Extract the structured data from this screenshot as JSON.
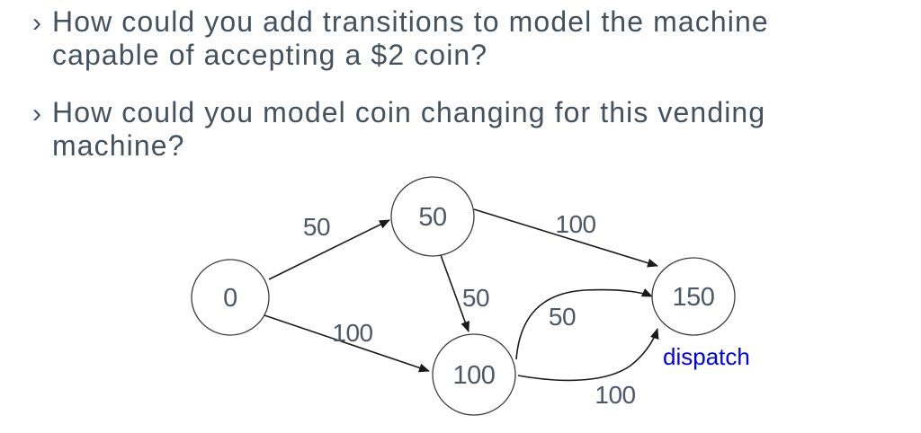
{
  "slide": {
    "background_color": "#ffffff",
    "text_color": "#44515f",
    "bullet_char": "›",
    "bullets": [
      {
        "lines": [
          "How could you add transitions to model the machine",
          "capable of accepting a $2 coin?"
        ]
      },
      {
        "lines": [
          "How could you model coin changing for this vending",
          "machine?"
        ]
      }
    ]
  },
  "diagram": {
    "type": "state-diagram",
    "subject": "vending machine states (cents accumulated)",
    "node_stroke_color": "#3c3c3c",
    "edge_color": "#1a1a1a",
    "label_color": "#4d5866",
    "annotation_color": "#0000f0",
    "nodes": [
      {
        "id": "s0",
        "label": "0"
      },
      {
        "id": "s50",
        "label": "50"
      },
      {
        "id": "s100",
        "label": "100"
      },
      {
        "id": "s150",
        "label": "150"
      }
    ],
    "edges": [
      {
        "from": "0",
        "to": "50",
        "label": "50",
        "style": "straight"
      },
      {
        "from": "0",
        "to": "100",
        "label": "100",
        "style": "straight"
      },
      {
        "from": "50",
        "to": "150",
        "label": "100",
        "style": "straight"
      },
      {
        "from": "50",
        "to": "100",
        "label": "50",
        "style": "straight"
      },
      {
        "from": "100",
        "to": "150",
        "label": "50",
        "style": "curved-upper"
      },
      {
        "from": "100",
        "to": "150",
        "label": "100",
        "style": "curved-lower"
      }
    ],
    "annotation": {
      "label": "dispatch",
      "attached_to": "s150"
    }
  }
}
